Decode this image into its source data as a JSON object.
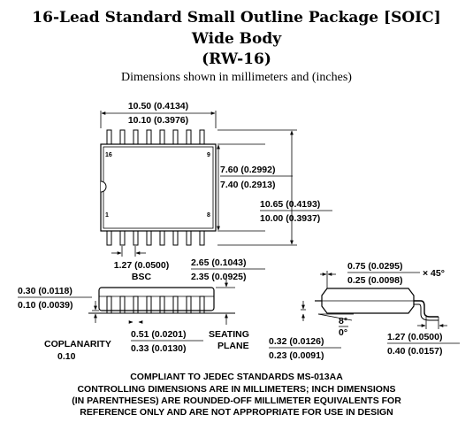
{
  "header": {
    "title_line1": "16-Lead Standard Small Outline Package [SOIC]",
    "title_line2": "Wide Body",
    "title_line3": "(RW-16)",
    "subtitle": "Dimensions shown in millimeters and (inches)"
  },
  "top_view": {
    "width_max": "10.50 (0.4134)",
    "width_min": "10.10 (0.3976)",
    "body_max": "7.60 (0.2992)",
    "body_min": "7.40 (0.2913)",
    "total_max": "10.65 (0.4193)",
    "total_min": "10.00 (0.3937)",
    "pin_16": "16",
    "pin_9": "9",
    "pin_1": "1",
    "pin_8": "8",
    "pitch": "1.27 (0.0500)",
    "pitch_note": "BSC",
    "height_max": "2.65 (0.1043)",
    "height_min": "2.35 (0.0925)"
  },
  "side_view": {
    "standoff_max": "0.30 (0.0118)",
    "standoff_min": "0.10 (0.0039)",
    "lead_width_max": "0.51 (0.0201)",
    "lead_width_min": "0.33 (0.0130)",
    "seating_line1": "SEATING",
    "seating_line2": "PLANE",
    "coplanarity_label": "COPLANARITY",
    "coplanarity_value": "0.10"
  },
  "end_view": {
    "chamfer_max": "0.75 (0.0295)",
    "chamfer_min": "0.25 (0.0098)",
    "chamfer_angle": "× 45°",
    "angle_max": "8°",
    "angle_min": "0°",
    "thickness_max": "0.32 (0.0126)",
    "thickness_min": "0.23 (0.0091)",
    "foot_max": "1.27 (0.0500)",
    "foot_min": "0.40 (0.0157)"
  },
  "notes": {
    "line1": "COMPLIANT TO JEDEC STANDARDS MS-013AA",
    "line2": "CONTROLLING DIMENSIONS ARE IN MILLIMETERS; INCH DIMENSIONS",
    "line3": "(IN PARENTHESES) ARE ROUNDED-OFF MILLIMETER EQUIVALENTS FOR",
    "line4": "REFERENCE ONLY AND ARE NOT APPROPRIATE FOR USE IN DESIGN"
  }
}
